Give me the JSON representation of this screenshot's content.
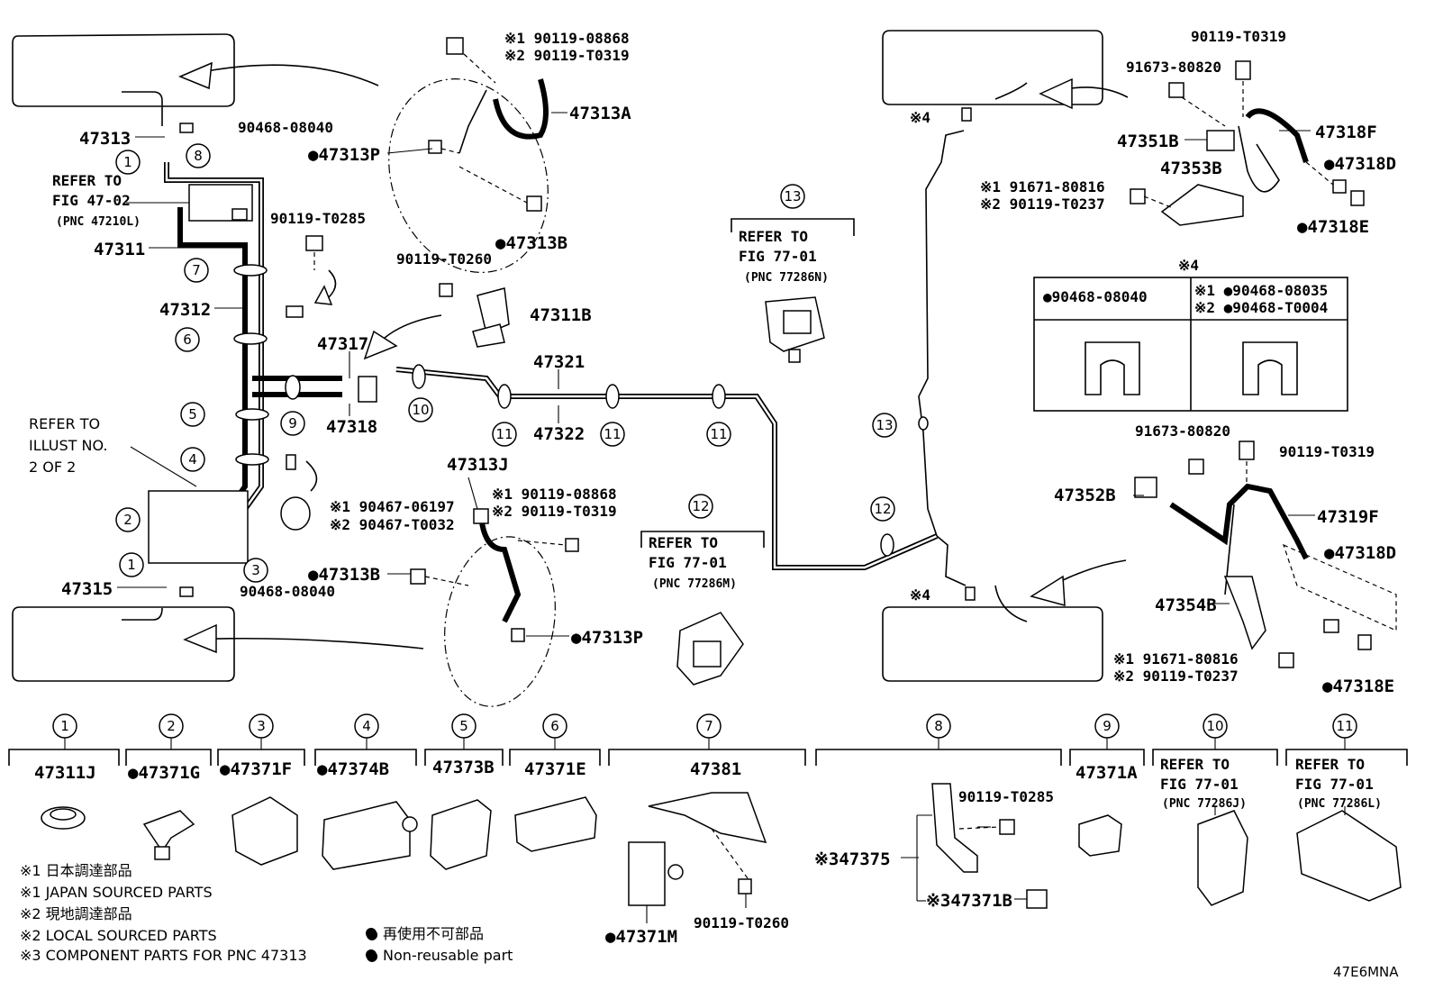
{
  "diagram_code": "47E6MNA",
  "callouts": {
    "c47313": "47313",
    "c47311": "47311",
    "c47312": "47312",
    "c47315": "47315",
    "c47317": "47317",
    "c47318": "47318",
    "c47321": "47321",
    "c47322": "47322",
    "c47313A": "47313A",
    "c47313P_top": "●47313P",
    "c47313B_top": "●47313B",
    "c47311B": "47311B",
    "c47313J": "47313J",
    "c47313B_bot": "●47313B",
    "c47313P_bot": "●47313P",
    "c47318F": "47318F",
    "c47351B": "47351B",
    "c47353B": "47353B",
    "c47318D_top": "●47318D",
    "c47318E_top": "●47318E",
    "c47352B": "47352B",
    "c47319F": "47319F",
    "c47318D_bot": "●47318D",
    "c47354B": "47354B",
    "c47318E_bot": "●47318E",
    "p90468_08040_top": "90468-08040",
    "p90468_08040_bot": "90468-08040",
    "p90119_T0285": "90119-T0285",
    "p90119_T0260": "90119-T0260",
    "p_top_a1": "※1 90119-08868",
    "p_top_a2": "※2 90119-T0319",
    "p_mid_a1": "※1 90119-08868",
    "p_mid_a2": "※2 90119-T0319",
    "p_grom1": "※1 90467-06197",
    "p_grom2": "※2 90467-T0032",
    "p_r_t0319_top": "90119-T0319",
    "p_r_80820_top": "91673-80820",
    "p_r_80816_top1": "※1 91671-80816",
    "p_r_t0237_top2": "※2 90119-T0237",
    "p_r_80820_bot": "91673-80820",
    "p_r_t0319_bot": "90119-T0319",
    "p_r_80816_bot1": "※1 91671-80816",
    "p_r_t0237_bot2": "※2 90119-T0237",
    "star4_a": "※4",
    "star4_b": "※4",
    "star4_table": "※4"
  },
  "refer_notes": {
    "fig4702_l1": "REFER TO",
    "fig4702_l2": "FIG 47-02",
    "fig4702_l3": "(PNC 47210L)",
    "illust_l1": "REFER TO",
    "illust_l2": "ILLUST NO.",
    "illust_l3": "2 OF 2",
    "r13_l1": "REFER TO",
    "r13_l2": "FIG 77-01",
    "r13_l3": "(PNC 77286N)",
    "r12_l1": "REFER TO",
    "r12_l2": "FIG 77-01",
    "r12_l3": "(PNC 77286M)"
  },
  "circle_numbers": {
    "n1a": "1",
    "n1b": "1",
    "n2": "2",
    "n3": "3",
    "n4": "4",
    "n5": "5",
    "n6": "6",
    "n7": "7",
    "n8": "8",
    "n9": "9",
    "n10": "10",
    "n11a": "11",
    "n11b": "11",
    "n11c": "11",
    "n12": "12",
    "n13": "13",
    "n12b": "12",
    "n13b": "13"
  },
  "washer_table": {
    "left_head": "●90468-08040",
    "right_head1": "※1 ●90468-08035",
    "right_head2": "※2 ●90468-T0004"
  },
  "bottom_row": [
    {
      "num": "1",
      "part": "47311J"
    },
    {
      "num": "2",
      "part": "●47371G"
    },
    {
      "num": "3",
      "part": "●47371F"
    },
    {
      "num": "4",
      "part": "●47374B"
    },
    {
      "num": "5",
      "part": "47373B"
    },
    {
      "num": "6",
      "part": "47371E"
    },
    {
      "num": "7",
      "part": "47381"
    },
    {
      "num": "8",
      "part": ""
    },
    {
      "num": "9",
      "part": "47371A"
    },
    {
      "num": "10",
      "part": ""
    },
    {
      "num": "11",
      "part": ""
    }
  ],
  "bottom_extra": {
    "b7_bolt": "90119-T0260",
    "b7_clip": "●47371M",
    "b8_bolt": "90119-T0285",
    "b8_bracket": "※347375",
    "b8_clip": "※347371B",
    "b10_l1": "REFER TO",
    "b10_l2": "FIG 77-01",
    "b10_l3": "(PNC 77286J)",
    "b11_l1": "REFER TO",
    "b11_l2": "FIG 77-01",
    "b11_l3": "(PNC 77286L)"
  },
  "legend": {
    "l1": "※1 日本調達部品",
    "l2": "※1 JAPAN SOURCED PARTS",
    "l3": "※2 現地調達部品",
    "l4": "※2 LOCAL SOURCED PARTS",
    "l5": "※3  COMPONENT PARTS FOR PNC 47313",
    "l6": "● 再使用不可部品",
    "l7": "● Non-reusable part"
  }
}
